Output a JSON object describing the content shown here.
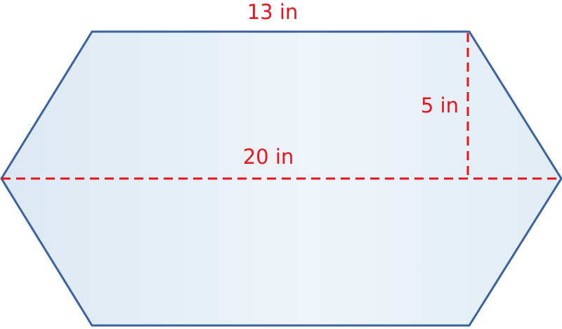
{
  "figure": {
    "shape": "hexagon",
    "top_side_label": "13 in",
    "height_label": "5 in",
    "diagonal_label": "20 in"
  },
  "colors": {
    "outline": "#3a62a0",
    "fill_left": "#dce8f3",
    "fill_mid": "#eef4f9",
    "fill_right": "#e2ecf5",
    "measurement": "#e8141b"
  }
}
